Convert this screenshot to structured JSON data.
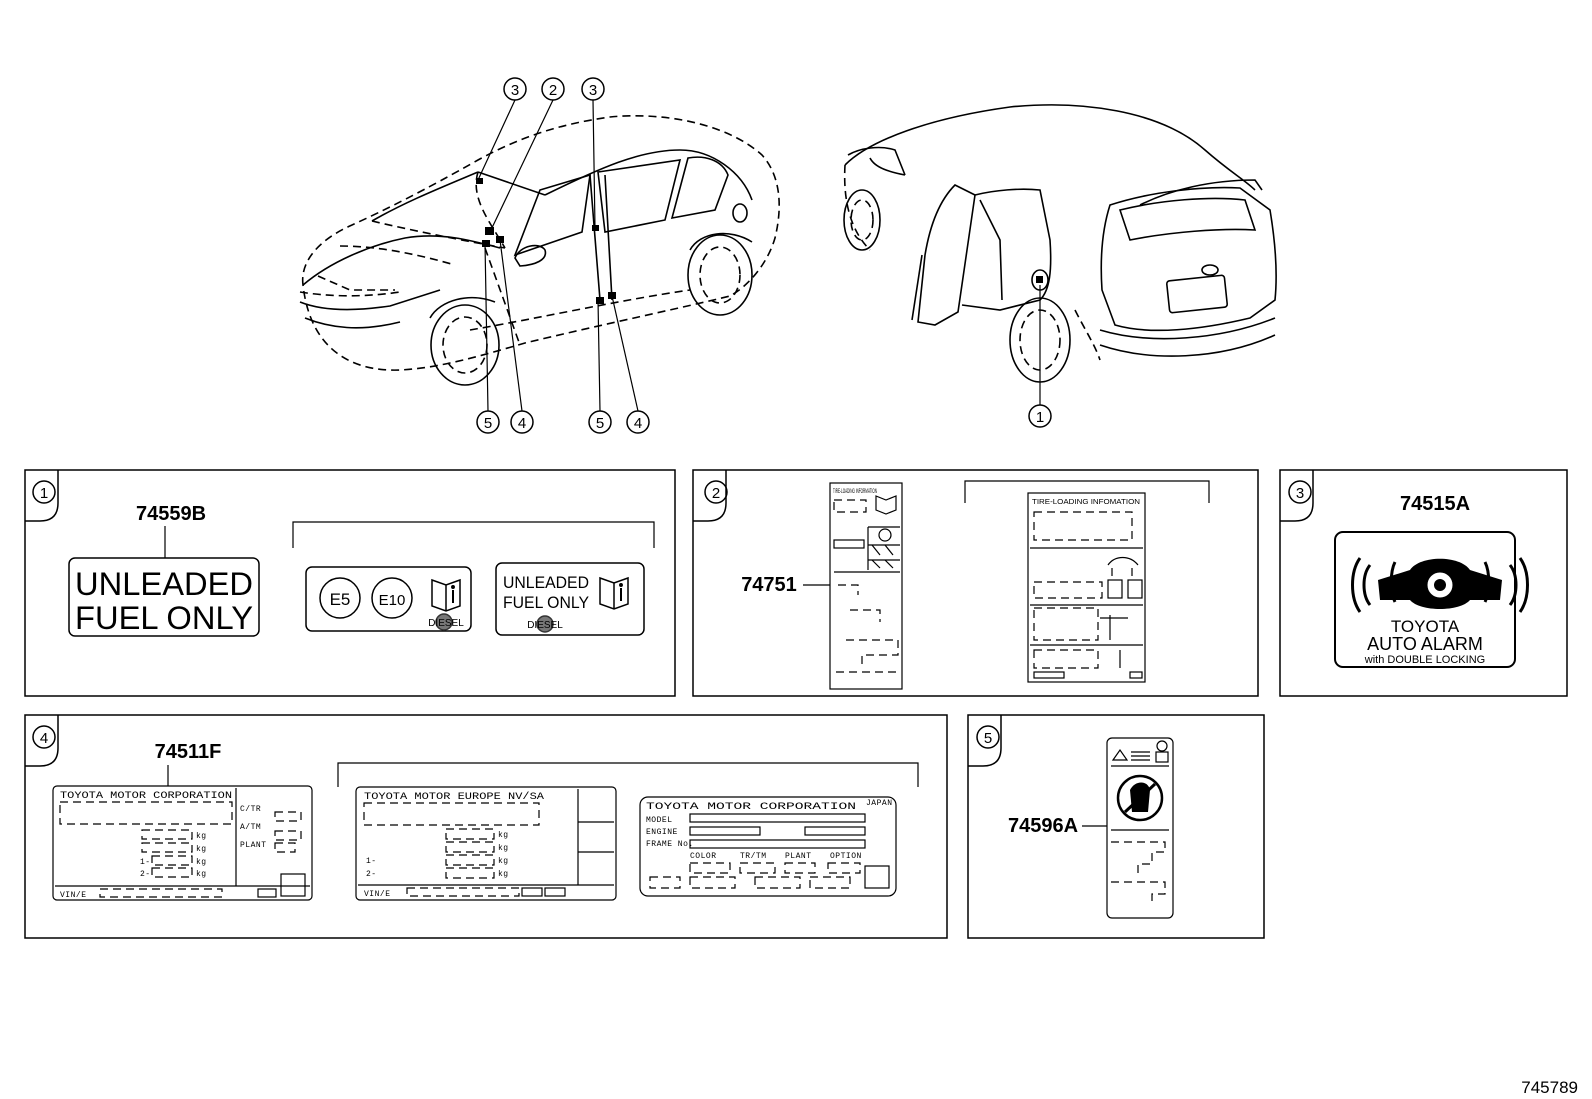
{
  "diagram_number": "745789",
  "callouts": {
    "front_car": {
      "top": [
        "3",
        "2",
        "3"
      ],
      "bottom": [
        "5",
        "4",
        "5",
        "4"
      ]
    },
    "rear_car": {
      "bottom": "1"
    }
  },
  "panels": [
    {
      "number": "1",
      "part": "74559B",
      "label_main": [
        "UNLEADED",
        "FUEL ONLY"
      ],
      "variant_a": {
        "badges": [
          "E5",
          "E10"
        ],
        "sub": "DIESEL"
      },
      "variant_b": {
        "lines": [
          "UNLEADED",
          "FUEL ONLY"
        ],
        "sub": "DIESEL"
      }
    },
    {
      "number": "2",
      "part": "74751",
      "label_a_header": "TIRE-LOADING INFORMATION",
      "label_b_header": "TIRE-LOADING INFOMATION"
    },
    {
      "number": "3",
      "part": "74515A",
      "lines": [
        "TOYOTA",
        "AUTO ALARM",
        "with DOUBLE LOCKING"
      ]
    },
    {
      "number": "4",
      "part": "74511F",
      "plate_a": {
        "header": "TOYOTA MOTOR CORPORATION",
        "side": [
          "C/TR",
          "A/TM",
          "PLANT"
        ],
        "units": [
          "kg",
          "kg",
          "kg",
          "kg"
        ],
        "axles": [
          "1-",
          "2-"
        ],
        "footer": "VIN/E"
      },
      "plate_b": {
        "header": "TOYOTA  MOTOR  EUROPE  NV/SA",
        "units": [
          "kg",
          "kg",
          "kg",
          "kg"
        ],
        "axles": [
          "1-",
          "2-"
        ],
        "footer": "VIN/E"
      },
      "plate_c": {
        "header": "TOYOTA MOTOR CORPORATION",
        "origin": "JAPAN",
        "rows": [
          "MODEL",
          "ENGINE",
          "FRAME No."
        ],
        "cols": [
          "COLOR",
          "TR/TM",
          "PLANT",
          "OPTION"
        ]
      }
    },
    {
      "number": "5",
      "part": "74596A"
    }
  ]
}
